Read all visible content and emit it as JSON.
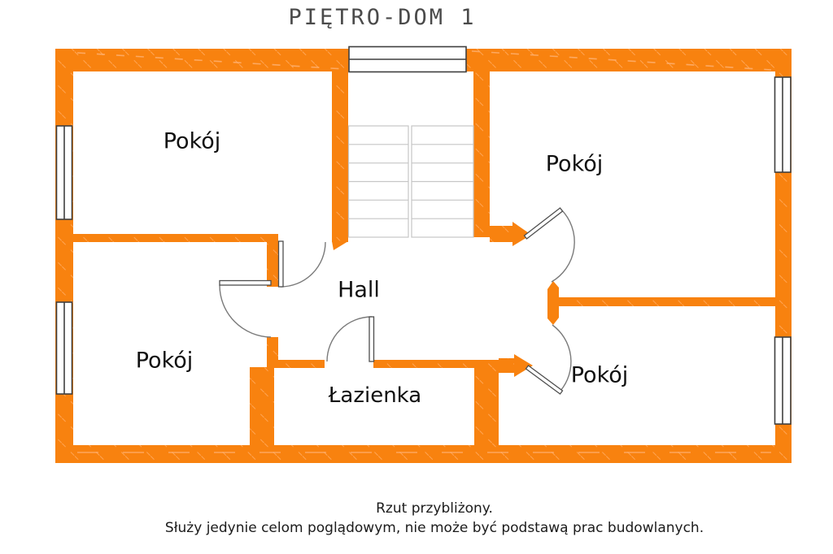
{
  "title": "PIĘTRO-DOM 1",
  "rooms": [
    {
      "id": "pokoj-top-left",
      "label": "Pokój"
    },
    {
      "id": "pokoj-top-right",
      "label": "Pokój"
    },
    {
      "id": "pokoj-bottom-left",
      "label": "Pokój"
    },
    {
      "id": "pokoj-bottom-right",
      "label": "Pokój"
    },
    {
      "id": "hall",
      "label": "Hall"
    },
    {
      "id": "lazienka",
      "label": "Łazienka"
    }
  ],
  "footer": {
    "line1": "Rzut przybliżony.",
    "line2": "Służy jedynie celom poglądowym, nie może być podstawą prac budowlanych."
  },
  "palette": {
    "wall_orange": "#f8820f",
    "wall_hatch": "#ffa555",
    "window_frame": "#3f3f3f",
    "door_line": "#4d4d4d",
    "door_arc": "#7a7a7a",
    "stair_line": "#c6c6c6",
    "label_text": "#101010",
    "title_text": "#4a4a4a",
    "footer_text": "#1b1b1b"
  }
}
